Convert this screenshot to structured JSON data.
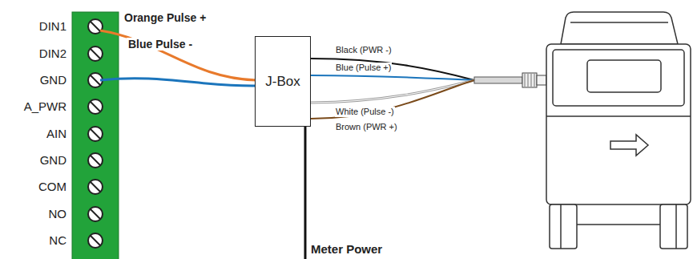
{
  "diagram": {
    "nodes": [
      {
        "text": [
          "J-Box"
        ]
      }
    ],
    "labels": [
      "DIN1",
      "DIN2",
      "GND",
      "A_PWR",
      "AIN",
      "GND",
      "COM",
      "NO",
      "NC",
      "Orange Pulse +",
      "Blue Pulse -",
      "Black (PWR -)",
      "Blue (Pulse +)",
      "White (Pulse -)",
      "Brown (PWR +)",
      "Meter Power"
    ]
  }
}
